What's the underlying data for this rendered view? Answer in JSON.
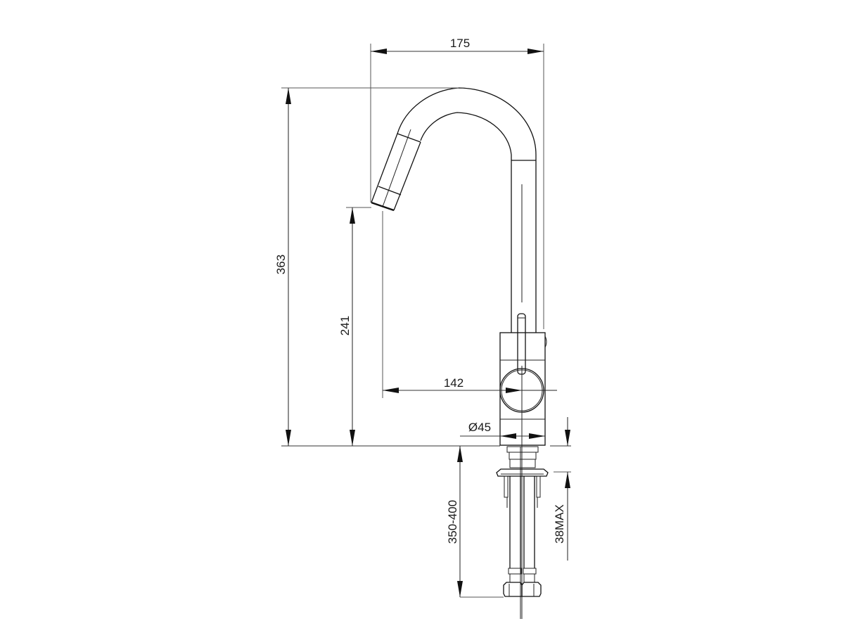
{
  "drawing": {
    "subject": "Kitchen mixer tap side elevation",
    "units": "mm",
    "dimensions": {
      "spout_reach_overall": "175",
      "overall_height": "363",
      "outlet_height": "241",
      "outlet_to_centre": "142",
      "body_diameter": "Ø45",
      "hose_length": "350-400",
      "bench_thickness": "38MAX"
    }
  }
}
